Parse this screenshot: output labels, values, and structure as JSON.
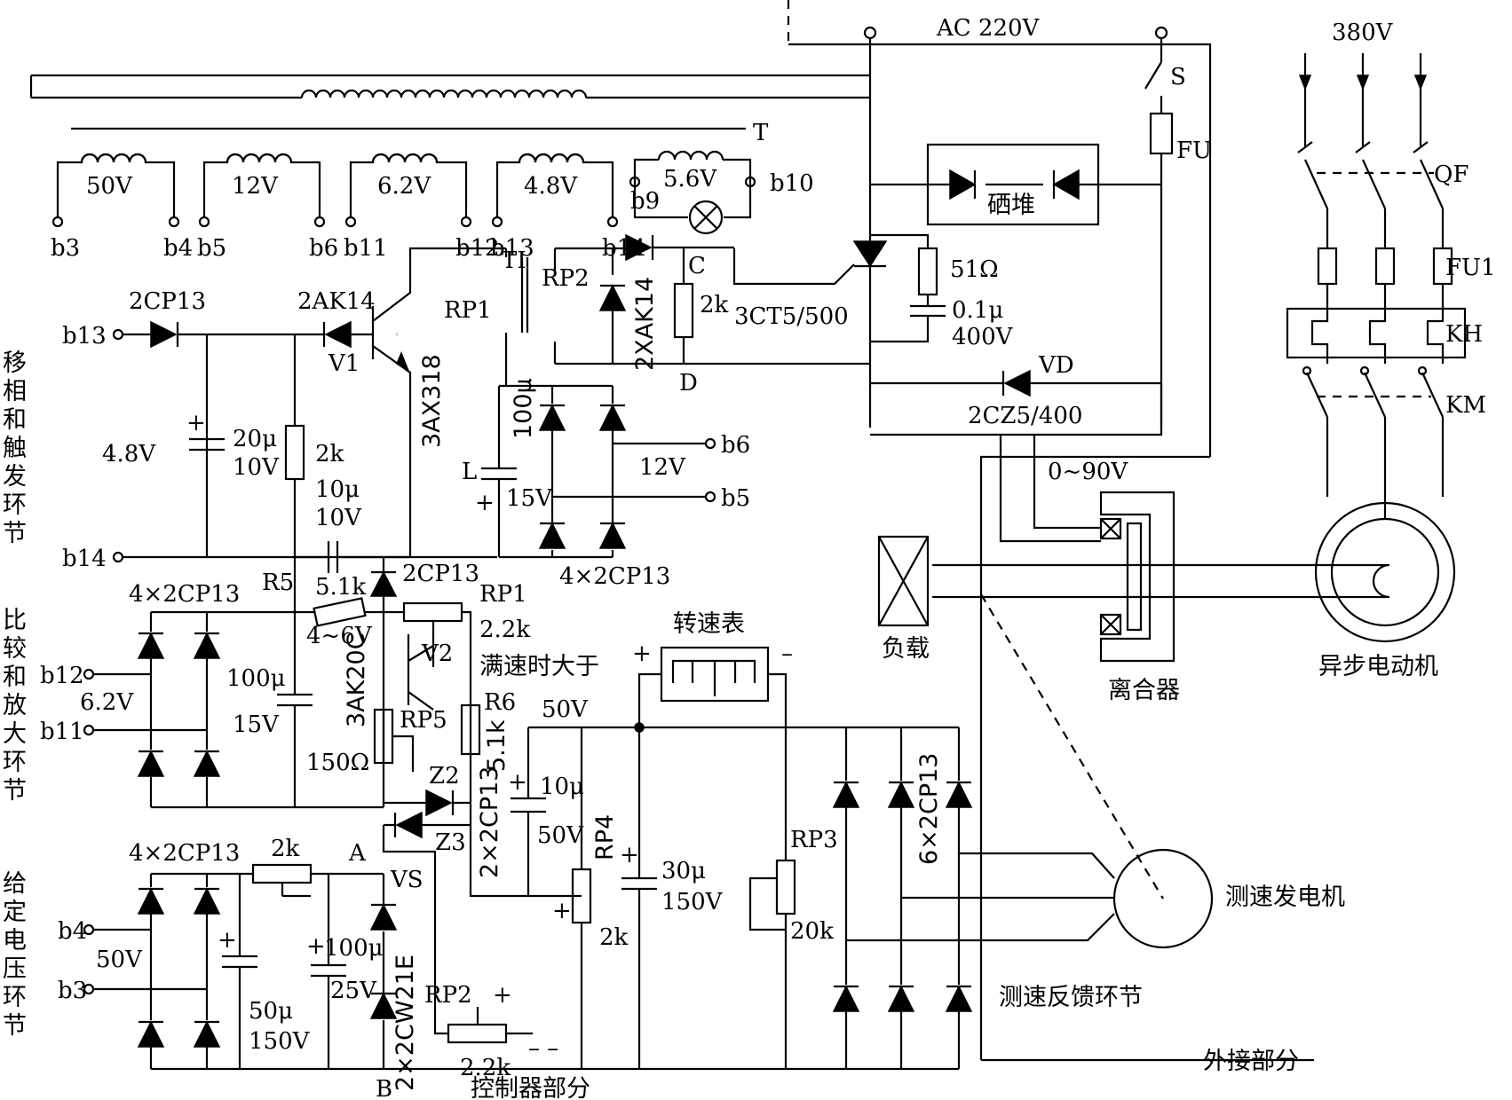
{
  "source": {
    "ac": "AC 220V",
    "three_phase": "380V",
    "switch": "S",
    "fuse": "FU",
    "transformer": "T",
    "selenium_stack": "硒堆"
  },
  "secondaries": [
    {
      "voltage": "50V",
      "t1": "b3",
      "t2": "b4"
    },
    {
      "voltage": "12V",
      "t1": "b5",
      "t2": "b6"
    },
    {
      "voltage": "6.2V",
      "t1": "b11",
      "t2": "b12"
    },
    {
      "voltage": "4.8V",
      "t1": "b13",
      "t2": "b14"
    },
    {
      "voltage": "5.6V",
      "t1": "b9",
      "t2": "b10"
    }
  ],
  "motor_side": {
    "breaker": "QF",
    "fuses": "FU1",
    "thermal": "KH",
    "contactor": "KM",
    "motor": "异步电动机",
    "clutch": "离合器",
    "load": "负载",
    "clutch_voltage": "0~90V"
  },
  "trigger": {
    "d_in": "2CP13",
    "d_v1": "2AK14",
    "v1": "V1",
    "transistor": "3AX318",
    "pulse_tr": "TI",
    "rp1": "RP1",
    "rp2": "RP2",
    "d_c": "2XAK14",
    "c": "C",
    "d": "D",
    "r2k": "2k",
    "thyristor": "3CT5/500",
    "r51": "51Ω",
    "c01": "0.1μ",
    "c01v": "400V",
    "vd": "VD",
    "vd_type": "2CZ5/400",
    "c20": "20μ",
    "c20v": "10V",
    "r2k_b": "2k",
    "c10": "10μ",
    "c10v": "10V",
    "v48": "4.8V",
    "l": "L",
    "c100": "100μ",
    "c100v": "15V",
    "v12": "12V",
    "bridge": "4×2CP13",
    "b13": "b13",
    "b14": "b14",
    "b6": "b6",
    "b5": "b5"
  },
  "compare": {
    "bridge": "4×2CP13",
    "r5": "R5",
    "r51k": "5.1k",
    "r5v": "4~6V",
    "d2cp": "2CP13",
    "rp1": "RP1",
    "rp1v": "2.2k",
    "v2": "V2",
    "c100": "100μ",
    "c100v": "15V",
    "v62": "6.2V",
    "transistor": "3AK20C",
    "rp5": "RP5",
    "r150": "150Ω",
    "r6": "R6",
    "r6v": "5.1k",
    "z2": "Z2",
    "z3": "Z3",
    "zd": "2×2CP13",
    "full_speed": "满速时大于",
    "v50": "50V",
    "b12": "b12",
    "b11": "b11"
  },
  "setpoint": {
    "bridge": "4×2CP13",
    "r2k": "2k",
    "a": "A",
    "vs": "VS",
    "c50": "50μ",
    "c50v": "150V",
    "c100": "100μ",
    "c100v": "25V",
    "zener": "2×2CW21E",
    "rp2": "RP2",
    "rp2v": "2.2k",
    "b": "B",
    "v50": "50V",
    "b4": "b4",
    "b3": "b3"
  },
  "feedback": {
    "meter": "转速表",
    "c10": "10μ",
    "c10v": "50V",
    "rp4": "RP4",
    "rp4v": "2k",
    "c30": "30μ",
    "c30v": "150V",
    "rp3": "RP3",
    "rp3v": "20k",
    "bridge": "6×2CP13",
    "generator": "测速发电机"
  },
  "labels": {
    "sec1": "移相和触发环节",
    "sec2": "比较和放大环节",
    "sec3": "给定电压环节",
    "controller": "控制器部分",
    "external": "外接部分",
    "fb_loop": "测速反馈环节"
  }
}
